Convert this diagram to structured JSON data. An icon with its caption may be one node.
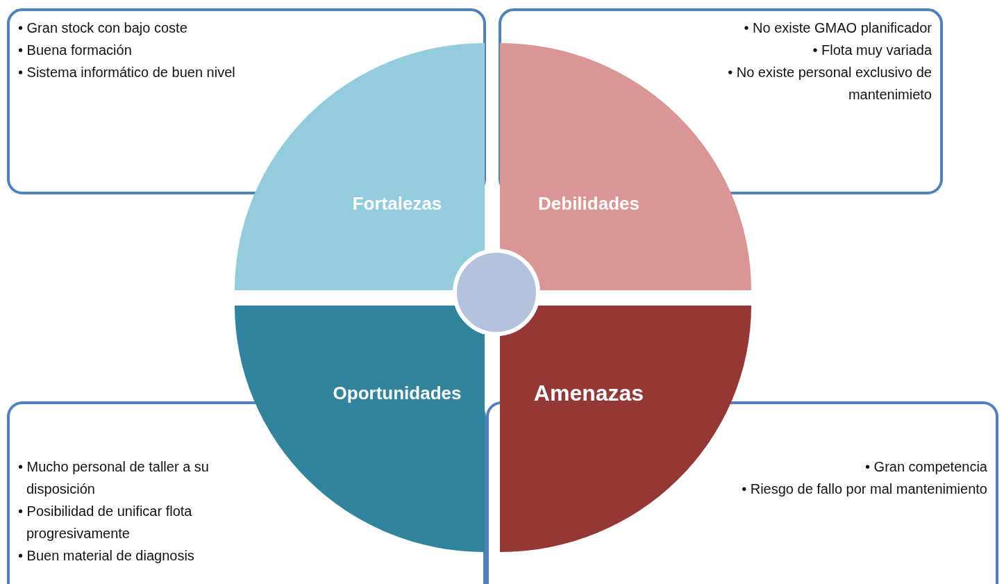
{
  "diagram": {
    "nodes": [
      {
        "text": [
          "• Gran stock con bajo coste",
          "• Buena formación",
          "• Sistema informático de buen nivel"
        ]
      },
      {
        "text": [
          "• No existe GMAO planificador",
          "• Flota muy variada",
          "• No existe personal exclusivo de mantenimieto"
        ]
      },
      {
        "text": [
          "Fortalezas"
        ]
      },
      {
        "text": [
          "Debilidades"
        ]
      },
      {
        "text": [],
        "shape": "circle"
      },
      {
        "text": [
          "Oportunidades"
        ]
      },
      {
        "text": [
          "Amenazas"
        ]
      },
      {
        "text": [
          "• Mucho personal de taller a su disposición",
          "• Posibilidad de unificar flota progresivamente",
          "• Buen material de diagnosis"
        ]
      },
      {
        "text": [
          "• Gran competencia",
          "• Riesgo de fallo por mal mantenimiento"
        ]
      }
    ],
    "edges": []
  }
}
